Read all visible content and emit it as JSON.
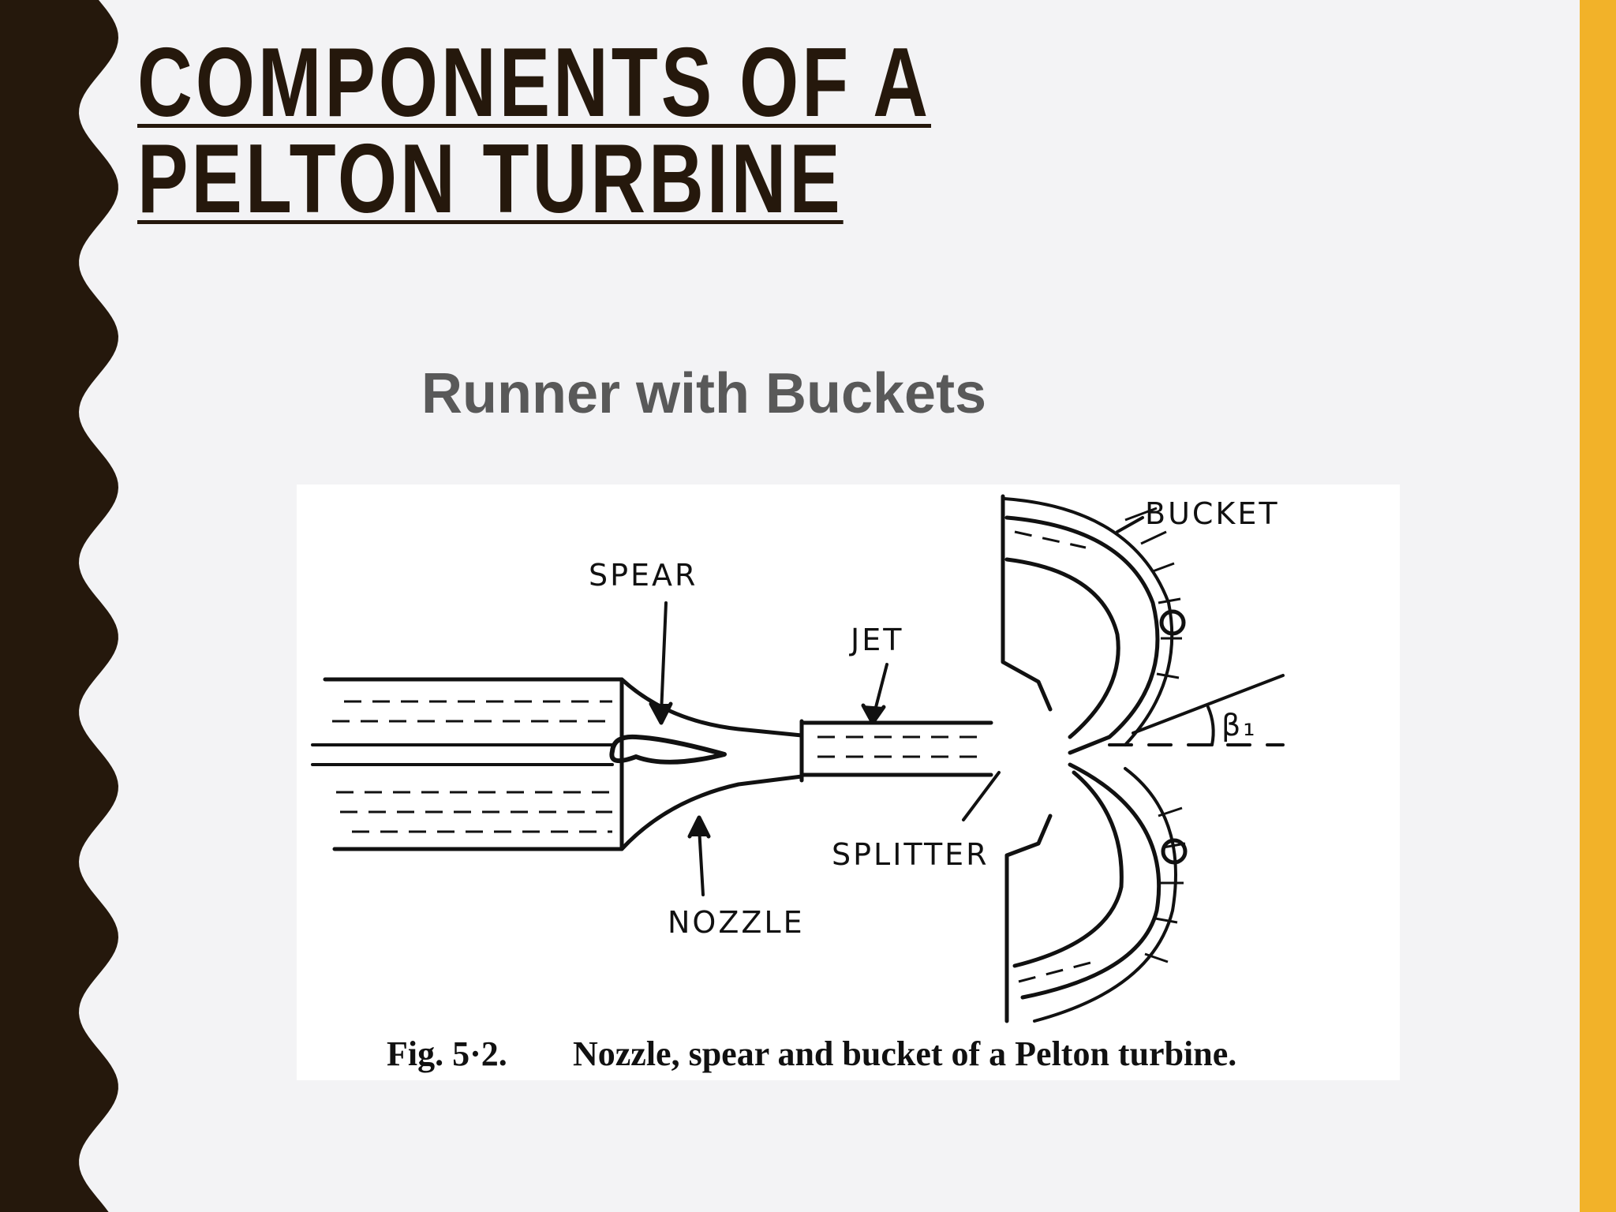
{
  "slide": {
    "title": "COMPONENTS OF A PELTON TURBINE",
    "subtitle": "Runner with Buckets"
  },
  "figure": {
    "labels": {
      "spear": "SPEAR",
      "jet": "JET",
      "bucket": "BUCKET",
      "splitter": "SPLITTER",
      "nozzle": "NOZZLE",
      "angle": "β₁"
    },
    "caption_number": "Fig. 5·2.",
    "caption_text": "Nozzle, spear and bucket of a Pelton turbine."
  },
  "colors": {
    "left_band": "#25180c",
    "right_accent": "#f2b229",
    "title": "#25180c",
    "subtitle": "#595959",
    "background": "#f3f3f5"
  }
}
